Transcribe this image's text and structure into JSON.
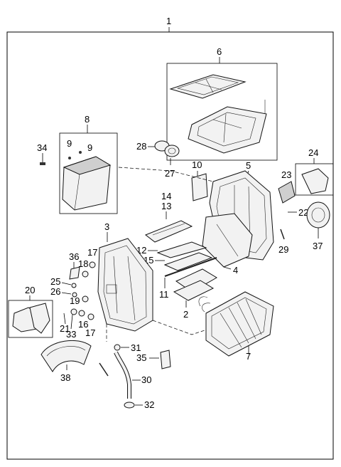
{
  "diagram": {
    "callouts": {
      "n1": "1",
      "n2": "2",
      "n3": "3",
      "n4": "4",
      "n5": "5",
      "n6": "6",
      "n7": "7",
      "n8": "8",
      "n9a": "9",
      "n9b": "9",
      "n10": "10",
      "n11": "11",
      "n12": "12",
      "n13": "13",
      "n14": "14",
      "n15": "15",
      "n16": "16",
      "n17a": "17",
      "n17b": "17",
      "n18": "18",
      "n19": "19",
      "n20": "20",
      "n21": "21",
      "n22": "22",
      "n23": "23",
      "n24": "24",
      "n25": "25",
      "n26": "26",
      "n27": "27",
      "n28": "28",
      "n29": "29",
      "n30": "30",
      "n31": "31",
      "n32": "32",
      "n33": "33",
      "n34": "34",
      "n35": "35",
      "n36": "36",
      "n37": "37",
      "n38": "38"
    }
  }
}
